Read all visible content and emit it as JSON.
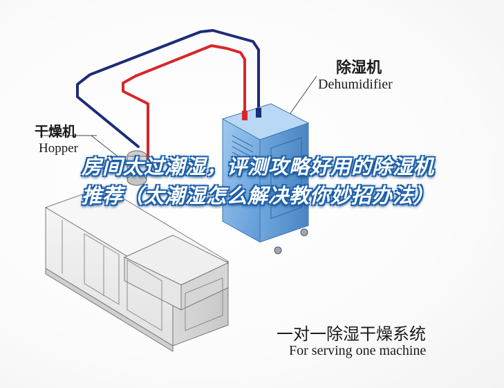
{
  "labels": {
    "dehumidifier_cn": "除湿机",
    "dehumidifier_en": "Dehumidifier",
    "hopper_cn": "干燥机",
    "hopper_en": "Hopper",
    "system_cn": "一对一除湿干燥系统",
    "system_en": "For serving one machine"
  },
  "overlay": {
    "title": "房间太过潮湿，评测攻略好用的除湿机推荐（太潮湿怎么解决教你妙招办法）"
  },
  "colors": {
    "pipe_red": "#d8262b",
    "pipe_navy": "#1c2c78",
    "dehumidifier_blue": "#7fb4e6",
    "title_stroke": "#1d5fa8"
  }
}
